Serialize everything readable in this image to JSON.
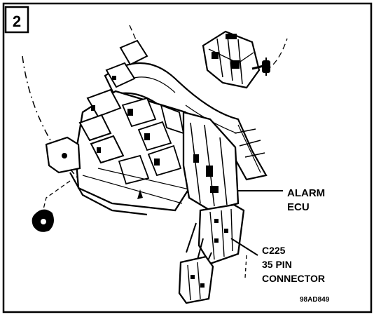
{
  "step_number": "2",
  "callouts": {
    "alarm_ecu": {
      "line1": "ALARM",
      "line2": "ECU"
    },
    "connector": {
      "line1": "C225",
      "line2": "35 PIN",
      "line3": "CONNECTOR"
    }
  },
  "reference_code": "98AD849",
  "colors": {
    "ink": "#000000",
    "paper": "#ffffff"
  }
}
